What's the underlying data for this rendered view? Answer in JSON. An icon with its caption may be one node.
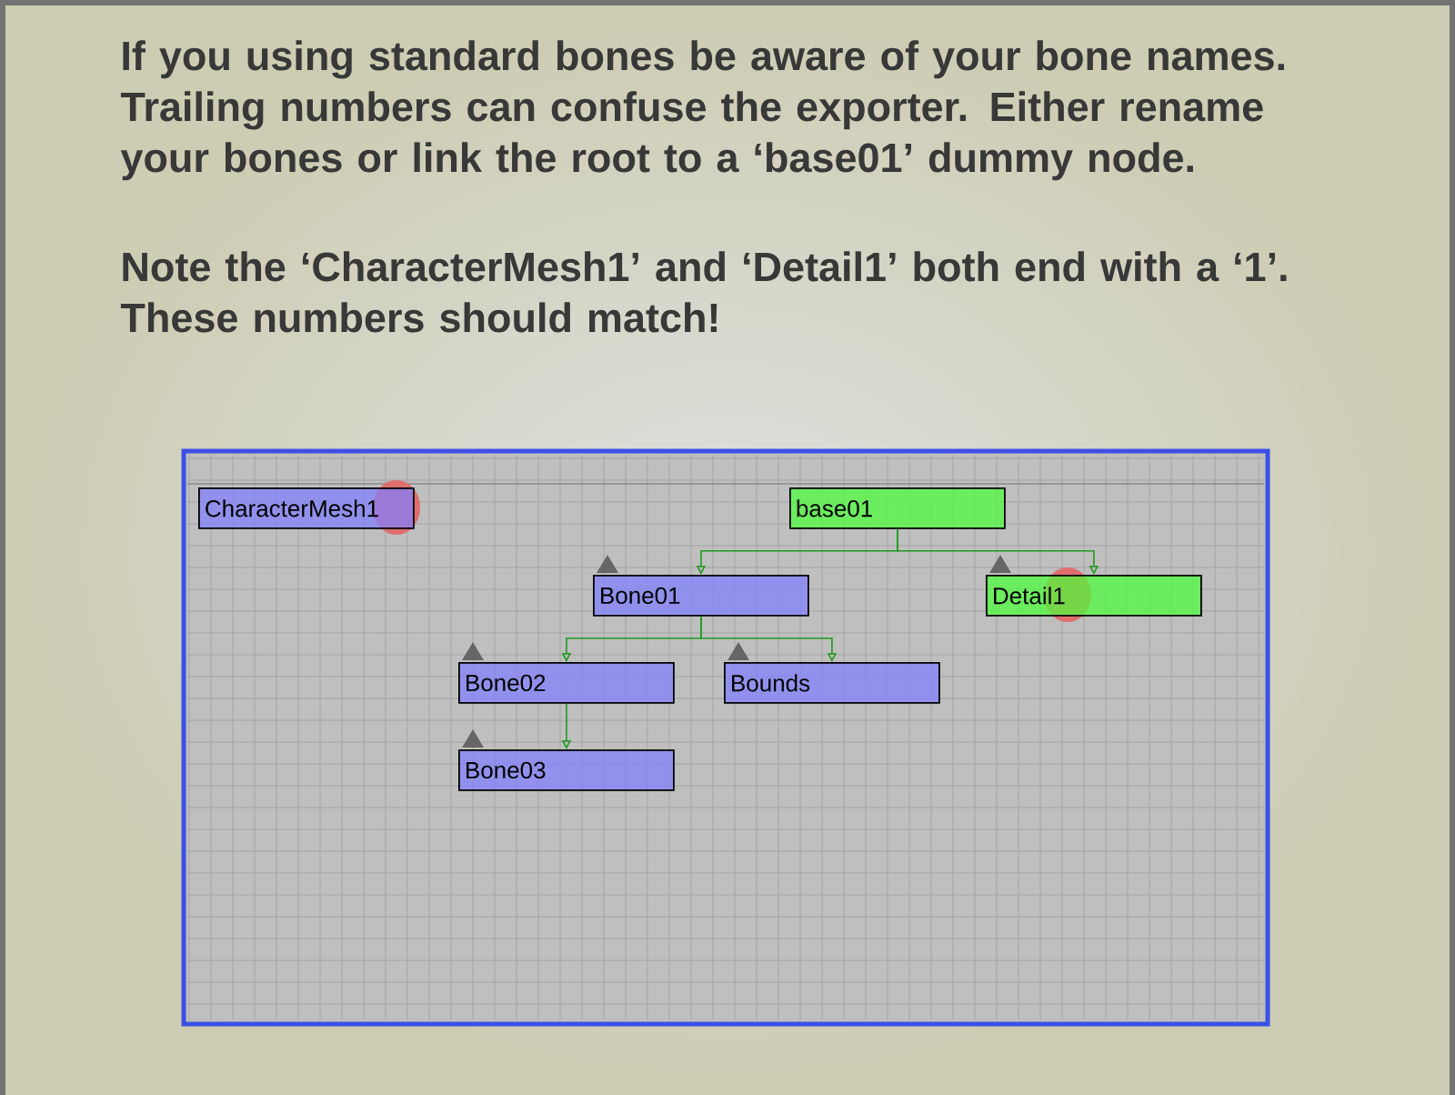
{
  "diagram": {
    "nodes": [
      {
        "text": [
          "CharacterMesh1"
        ]
      },
      {
        "text": [
          "base01"
        ]
      },
      {
        "text": [
          "Bone01"
        ]
      },
      {
        "text": [
          "Detail1"
        ]
      },
      {
        "text": [
          "Bone02"
        ]
      },
      {
        "text": [
          "Bounds"
        ]
      },
      {
        "text": [
          "Bone03"
        ]
      }
    ],
    "edges": [
      {
        "from": 1,
        "to": 2,
        "arrow": "to",
        "color": "#1f9a1f"
      },
      {
        "from": 1,
        "to": 3,
        "arrow": "to",
        "color": "#1f9a1f"
      },
      {
        "from": 2,
        "to": 4,
        "arrow": "to",
        "color": "#1f9a1f"
      },
      {
        "from": 2,
        "to": 5,
        "arrow": "to",
        "color": "#1f9a1f"
      },
      {
        "from": 4,
        "to": 6,
        "arrow": "to",
        "color": "#1f9a1f"
      }
    ],
    "labels": [
      "If you using standard bones be aware of your bone names. Trailing numbers can confuse the exporter. Either rename your bones or link the root to a ‘base01’ dummy node.",
      "Note the ‘CharacterMesh1’ and ‘Detail1’ both end with a ‘1’. These numbers should match!"
    ]
  }
}
